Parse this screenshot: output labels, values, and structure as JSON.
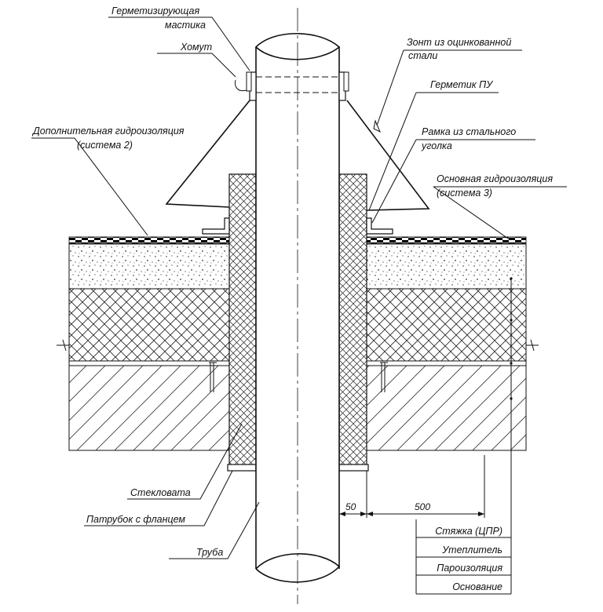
{
  "labels": {
    "sealing_mastic_line1": "Герметизирующая",
    "sealing_mastic_line2": "мастика",
    "clamp": "Хомут",
    "additional_waterproofing_line1": "Дополнительная гидроизоляция",
    "additional_waterproofing_line2": "(система 2)",
    "umbrella_line1": "Зонт из оцинкованной",
    "umbrella_line2": "стали",
    "pu_sealant": "Герметик ПУ",
    "steel_frame_line1": "Рамка из стального",
    "steel_frame_line2": "уголка",
    "main_waterproofing_line1": "Основная гидроизоляция",
    "main_waterproofing_line2": "(система 3)",
    "glass_wool": "Стекловата",
    "flange_pipe": "Патрубок с фланцем",
    "pipe": "Труба"
  },
  "dimensions": {
    "gap": "50",
    "offset": "500"
  },
  "layers": [
    "Стяжка (ЦПР)",
    "Утеплитель",
    "Пароизоляция",
    "Основание"
  ],
  "colors": {
    "line": "#111111",
    "membrane": "#000000",
    "background": "#ffffff"
  }
}
